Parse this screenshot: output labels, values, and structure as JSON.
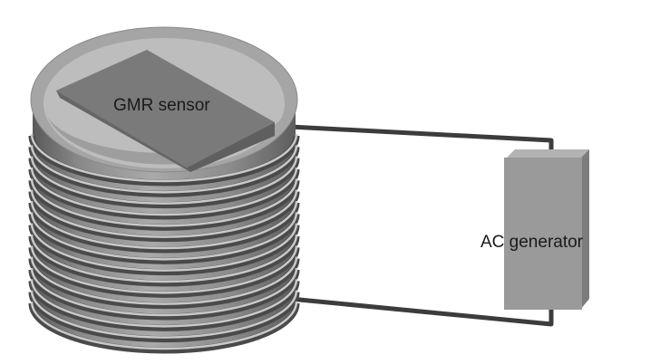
{
  "diagram": {
    "sensor_label": "GMR sensor",
    "generator_label": "AC generator"
  },
  "colors": {
    "coil_dark": "#4a4a4a",
    "coil_light": "#c9c9c9",
    "rim": "#a5a5a5",
    "inner_wall": "#bdbdbd",
    "sensor_top": "#7a7a7a",
    "sensor_side": "#5f5f5f",
    "wire": "#3c3c3c",
    "generator_front": "#9a9a9a",
    "generator_top": "#b3b3b3",
    "generator_side": "#7c7c7c"
  },
  "coil": {
    "turn_count": 16
  }
}
